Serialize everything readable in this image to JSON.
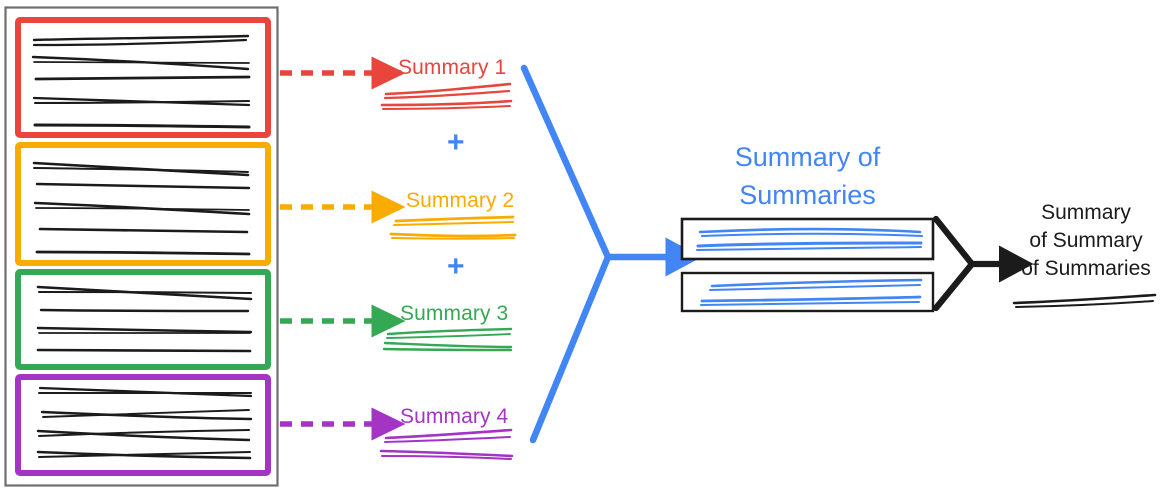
{
  "diagram": {
    "title_semantic": "hierarchical-summarization-pipeline",
    "background": "#ffffff",
    "colors": {
      "red": "#e8453c",
      "orange": "#f9ab00",
      "green": "#34a853",
      "purple": "#a334c4",
      "blue": "#4285f4",
      "black": "#1b1b1b",
      "container_gray": "#6b6b6b"
    }
  },
  "source_panel": {
    "name": "source-documents-container",
    "groups": [
      {
        "id": "group-1",
        "color": "#e8453c",
        "line_count": 5,
        "arrow_label": "dashed-arrow-red"
      },
      {
        "id": "group-2",
        "color": "#f9ab00",
        "line_count": 5,
        "arrow_label": "dashed-arrow-orange"
      },
      {
        "id": "group-3",
        "color": "#34a853",
        "line_count": 4,
        "arrow_label": "dashed-arrow-green"
      },
      {
        "id": "group-4",
        "color": "#a334c4",
        "line_count": 4,
        "arrow_label": "dashed-arrow-purple"
      }
    ]
  },
  "summaries": [
    {
      "label": "Summary 1",
      "color": "#e8453c",
      "scribble_lines": 3
    },
    {
      "label": "Summary 2",
      "color": "#f9ab00",
      "scribble_lines": 2
    },
    {
      "label": "Summary 3",
      "color": "#34a853",
      "scribble_lines": 3
    },
    {
      "label": "Summary 4",
      "color": "#a334c4",
      "scribble_lines": 3
    }
  ],
  "operators": [
    {
      "symbol": "+",
      "color": "#4285f4",
      "between": "Summary 1 and Summary 2"
    },
    {
      "symbol": "+",
      "color": "#4285f4",
      "between": "Summary 2 and Summary 3"
    }
  ],
  "summary_of_summaries": {
    "title_line_1": "Summary of",
    "title_line_2": "Summaries",
    "color": "#4285f4",
    "boxes": [
      {
        "id": "sos-box-1",
        "scribble_lines": 3
      },
      {
        "id": "sos-box-2",
        "scribble_lines": 3
      }
    ]
  },
  "final_output": {
    "title_line_1": "Summary",
    "title_line_2": "of Summary",
    "title_line_3": "of Summaries",
    "color": "#1b1b1b",
    "scribble_lines": 1
  },
  "connectors": {
    "merge_arrow_color": "#4285f4",
    "final_arrow_color": "#1b1b1b"
  }
}
